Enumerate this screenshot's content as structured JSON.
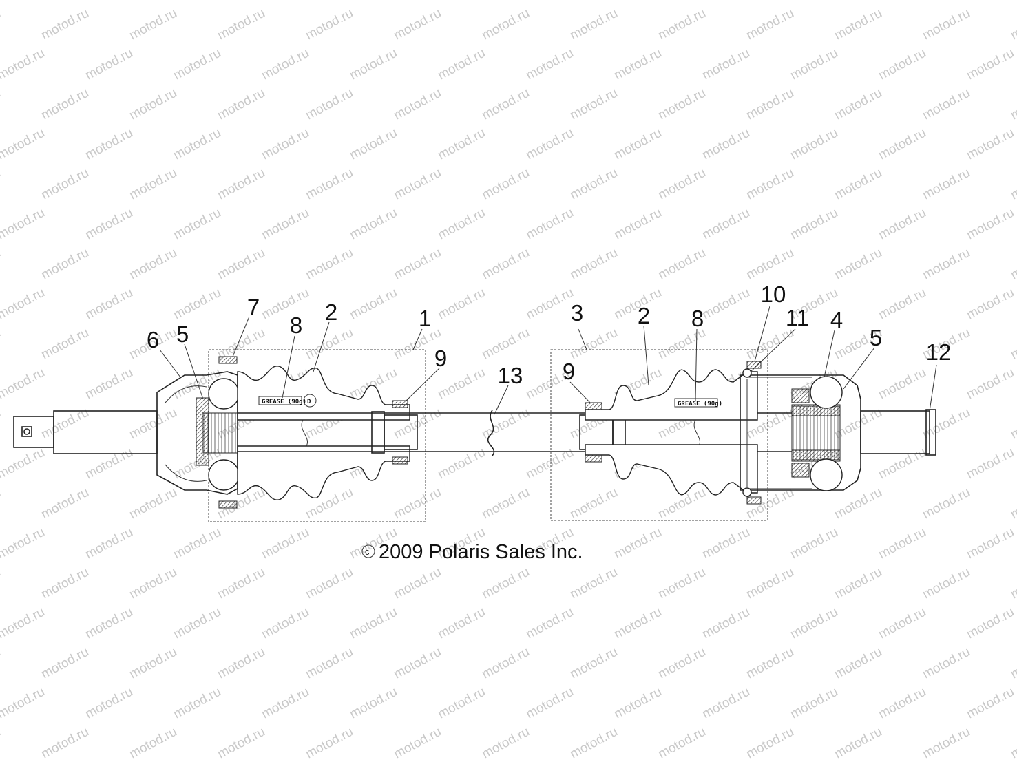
{
  "watermark": "motod.ru",
  "copyright": "2009 Polaris Sales Inc.",
  "copyright_symbol": "c",
  "grease_label": "GREASE (90g)",
  "marker_d": "D",
  "callouts": {
    "c1": "1",
    "c2a": "2",
    "c2b": "2",
    "c3": "3",
    "c4": "4",
    "c5a": "5",
    "c5b": "5",
    "c6": "6",
    "c7": "7",
    "c8a": "8",
    "c8b": "8",
    "c9a": "9",
    "c9b": "9",
    "c10": "10",
    "c11": "11",
    "c12": "12",
    "c13": "13"
  }
}
